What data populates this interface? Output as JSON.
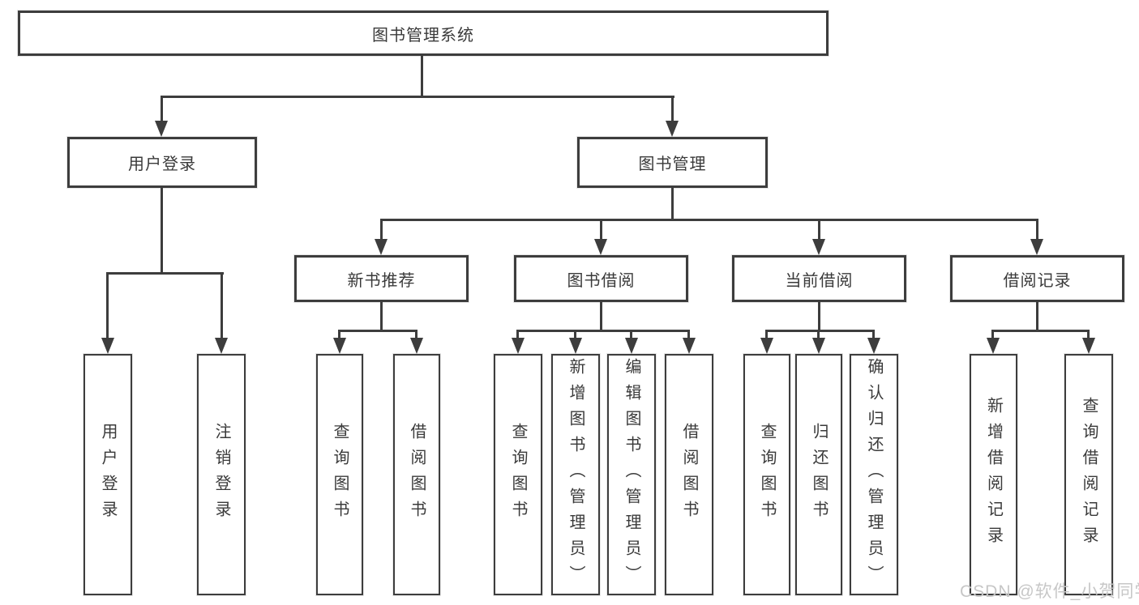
{
  "diagram_title": "图书管理系统",
  "colors": {
    "line": "#3d3d3d",
    "text": "#3a3a3a",
    "box_background": "#ffffff",
    "page_background": "#ffffff",
    "watermark": "#c7c7c7"
  },
  "watermark": {
    "text": "CSDN @软件_小贺同学"
  },
  "nodes": {
    "root": {
      "label": "图书管理系统"
    },
    "user_login": {
      "label": "用户登录"
    },
    "book_mgmt": {
      "label": "图书管理"
    },
    "new_book_rec": {
      "label": "新书推荐"
    },
    "book_borrow": {
      "label": "图书借阅"
    },
    "current_borrow": {
      "label": "当前借阅"
    },
    "borrow_records": {
      "label": "借阅记录"
    },
    "ul_user_login": {
      "label": "用户登录"
    },
    "ul_logout": {
      "label": "注销登录"
    },
    "nbr_query_book": {
      "label": "查询图书"
    },
    "nbr_borrow_book": {
      "label": "借阅图书"
    },
    "bb_query_book": {
      "label": "查询图书"
    },
    "bb_add_book": {
      "label": "新增图书（管理员）"
    },
    "bb_edit_book": {
      "label": "编辑图书（管理员）"
    },
    "bb_borrow_book": {
      "label": "借阅图书"
    },
    "cb_query_book": {
      "label": "查询图书"
    },
    "cb_return_book": {
      "label": "归还图书"
    },
    "cb_confirm_return": {
      "label": "确认归还（管理员）"
    },
    "br_add_record": {
      "label": "新增借阅记录"
    },
    "br_query_record": {
      "label": "查询借阅记录"
    }
  },
  "edges": [
    {
      "from": "root",
      "to": "user_login"
    },
    {
      "from": "root",
      "to": "book_mgmt"
    },
    {
      "from": "user_login",
      "to": "ul_user_login"
    },
    {
      "from": "user_login",
      "to": "ul_logout"
    },
    {
      "from": "book_mgmt",
      "to": "new_book_rec"
    },
    {
      "from": "book_mgmt",
      "to": "book_borrow"
    },
    {
      "from": "book_mgmt",
      "to": "current_borrow"
    },
    {
      "from": "book_mgmt",
      "to": "borrow_records"
    },
    {
      "from": "new_book_rec",
      "to": "nbr_query_book"
    },
    {
      "from": "new_book_rec",
      "to": "nbr_borrow_book"
    },
    {
      "from": "book_borrow",
      "to": "bb_query_book"
    },
    {
      "from": "book_borrow",
      "to": "bb_add_book"
    },
    {
      "from": "book_borrow",
      "to": "bb_edit_book"
    },
    {
      "from": "book_borrow",
      "to": "bb_borrow_book"
    },
    {
      "from": "current_borrow",
      "to": "cb_query_book"
    },
    {
      "from": "current_borrow",
      "to": "cb_return_book"
    },
    {
      "from": "current_borrow",
      "to": "cb_confirm_return"
    },
    {
      "from": "borrow_records",
      "to": "br_add_record"
    },
    {
      "from": "borrow_records",
      "to": "br_query_record"
    }
  ]
}
